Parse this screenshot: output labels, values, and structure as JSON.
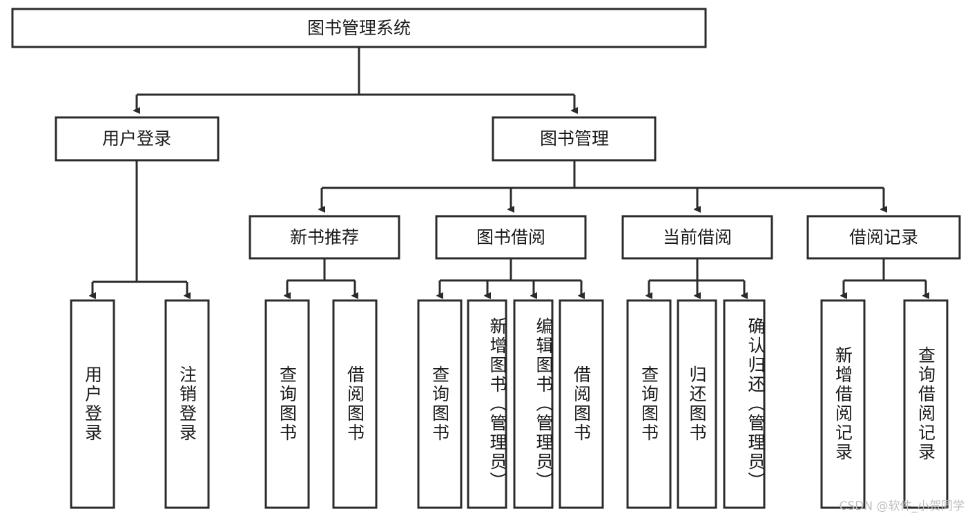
{
  "diagram": {
    "title_node": {
      "label": "图书管理系统"
    },
    "level2": [
      {
        "label": "用户登录"
      },
      {
        "label": "图书管理"
      }
    ],
    "level3": [
      {
        "label": "新书推荐"
      },
      {
        "label": "图书借阅"
      },
      {
        "label": "当前借阅"
      },
      {
        "label": "借阅记录"
      }
    ],
    "leaves": [
      {
        "label": "用户登录"
      },
      {
        "label": "注销登录"
      },
      {
        "label": "查询图书"
      },
      {
        "label": "借阅图书"
      },
      {
        "label": "查询图书"
      },
      {
        "label": "新增图书（管理员）"
      },
      {
        "label": "编辑图书（管理员）"
      },
      {
        "label": "借阅图书"
      },
      {
        "label": "查询图书"
      },
      {
        "label": "归还图书"
      },
      {
        "label": "确认归还（管理员）"
      },
      {
        "label": "新增借阅记录"
      },
      {
        "label": "查询借阅记录"
      }
    ],
    "watermark": "CSDN @软件_小贺同学",
    "colors": {
      "stroke": "#2b2b2b",
      "fill": "#ffffff",
      "text": "#1a1a1a",
      "watermark": "#bfbfbf"
    }
  }
}
